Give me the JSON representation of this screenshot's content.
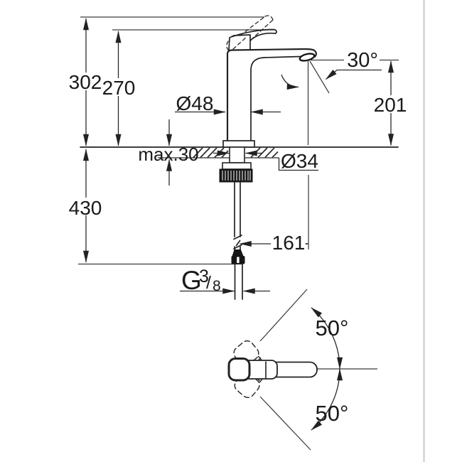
{
  "drawing": {
    "dims": {
      "overall_height": "302",
      "lever_height": "270",
      "body_diameter": "Ø48",
      "spout_angle": "30°",
      "spout_height": "201",
      "deck_thickness": "max.30",
      "hole_diameter": "Ø34",
      "below_deck_length": "430",
      "spout_projection": "161",
      "swivel_upper": "50°",
      "swivel_lower": "50°"
    },
    "thread": {
      "letter": "G",
      "numerator": "3",
      "slash": "/",
      "denominator": "8"
    },
    "colors": {
      "line": "#222222",
      "dark_fill": "#161616",
      "page_edge": "#c9c9c9",
      "background": "#ffffff"
    }
  }
}
